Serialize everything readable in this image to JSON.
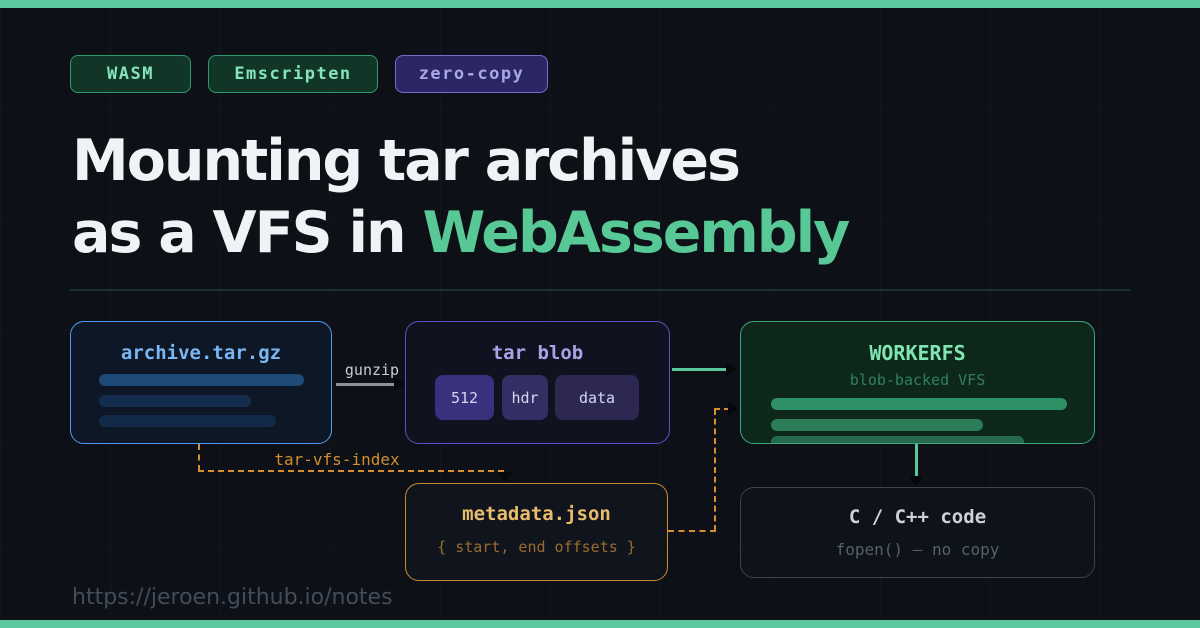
{
  "badges": [
    {
      "label": "WASM"
    },
    {
      "label": "Emscripten"
    },
    {
      "label": "zero-copy"
    }
  ],
  "title": {
    "line1": "Mounting tar archives",
    "line2_prefix": "as a VFS in ",
    "line2_highlight": "WebAssembly"
  },
  "diagram": {
    "archive_box": {
      "title": "archive.tar.gz"
    },
    "gunzip_label": "gunzip",
    "tarblob_box": {
      "title": "tar blob",
      "chips": [
        "512",
        "hdr",
        "data"
      ]
    },
    "workerfs_box": {
      "title": "WORKERFS",
      "subtitle": "blob-backed VFS"
    },
    "index_label": "tar-vfs-index",
    "metadata_box": {
      "title": "metadata.json",
      "subtitle": "{ start, end offsets }"
    },
    "code_box": {
      "title": "C / C++ code",
      "subtitle": "fopen() — no copy"
    }
  },
  "footer": {
    "url": "https://jeroen.github.io/notes"
  },
  "colors": {
    "accent_green": "#5bc89d",
    "background": "#0d1117",
    "title_highlight": "#58c996",
    "blue_border": "#4f9df2",
    "purple_border": "#5b50c5",
    "green_border": "#3da87e",
    "orange": "#d78f2e",
    "gray_border": "#3c434c"
  }
}
